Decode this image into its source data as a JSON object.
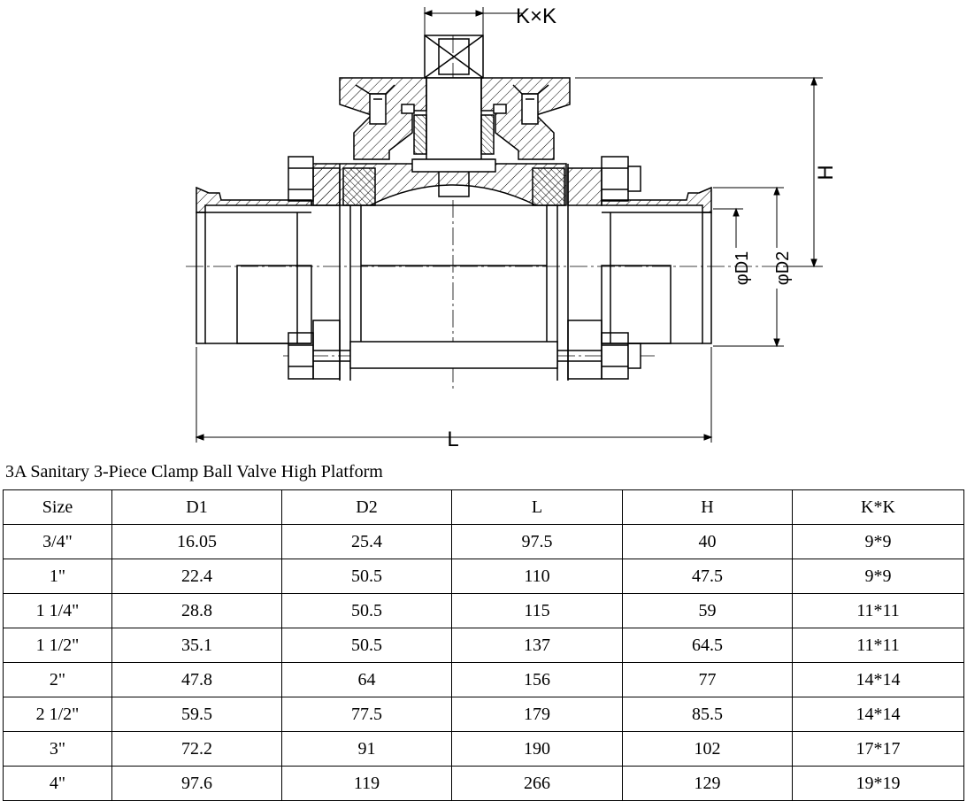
{
  "drawing": {
    "dim_kk": "K×K",
    "dim_h": "H",
    "dim_d1": "φD1",
    "dim_d2": "φD2",
    "dim_l": "L"
  },
  "caption": "3A Sanitary 3-Piece Clamp Ball Valve High Platform",
  "table": {
    "headers": [
      "Size",
      "D1",
      "D2",
      "L",
      "H",
      "K*K"
    ],
    "rows": [
      [
        "3/4\"",
        "16.05",
        "25.4",
        "97.5",
        "40",
        "9*9"
      ],
      [
        "1\"",
        "22.4",
        "50.5",
        "110",
        "47.5",
        "9*9"
      ],
      [
        "1 1/4\"",
        "28.8",
        "50.5",
        "115",
        "59",
        "11*11"
      ],
      [
        "1 1/2\"",
        "35.1",
        "50.5",
        "137",
        "64.5",
        "11*11"
      ],
      [
        "2\"",
        "47.8",
        "64",
        "156",
        "77",
        "14*14"
      ],
      [
        "2 1/2\"",
        "59.5",
        "77.5",
        "179",
        "85.5",
        "14*14"
      ],
      [
        "3\"",
        "72.2",
        "91",
        "190",
        "102",
        "17*17"
      ],
      [
        "4\"",
        "97.6",
        "119",
        "266",
        "129",
        "19*19"
      ]
    ]
  }
}
